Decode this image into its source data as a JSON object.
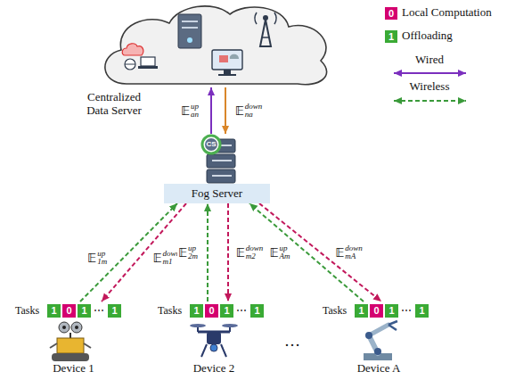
{
  "diagram": {
    "nodes": [
      {
        "text": [
          "Centralized Data Server"
        ]
      },
      {
        "text": [
          "Fog Server"
        ]
      },
      {
        "text": [
          "Tasks",
          "Device 1"
        ]
      },
      {
        "text": [
          "1"
        ],
        "in": 2
      },
      {
        "text": [
          "0"
        ],
        "in": 2
      },
      {
        "text": [
          "1"
        ],
        "in": 2
      },
      {
        "text": [
          "1"
        ],
        "in": 2
      },
      {
        "text": [
          "Tasks",
          "Device 2"
        ]
      },
      {
        "text": [
          "1"
        ],
        "in": 7
      },
      {
        "text": [
          "0"
        ],
        "in": 7
      },
      {
        "text": [
          "1"
        ],
        "in": 7
      },
      {
        "text": [
          "1"
        ],
        "in": 7
      },
      {
        "text": [
          "Tasks",
          "Device A"
        ]
      },
      {
        "text": [
          "1"
        ],
        "in": 12
      },
      {
        "text": [
          "0"
        ],
        "in": 12
      },
      {
        "text": [
          "1"
        ],
        "in": 12
      },
      {
        "text": [
          "1"
        ],
        "in": 12
      }
    ],
    "edges": [
      {
        "from": 1,
        "to": 0,
        "arrow": "to",
        "label": "𝔼^up_an"
      },
      {
        "from": 0,
        "to": 1,
        "arrow": "to",
        "label": "𝔼^down_na"
      },
      {
        "from": 2,
        "to": 1,
        "arrow": "to",
        "label": "𝔼^up_1m"
      },
      {
        "from": 1,
        "to": 2,
        "arrow": "to",
        "label": "𝔼^down_m1"
      },
      {
        "from": 7,
        "to": 1,
        "arrow": "to",
        "label": "𝔼^up_2m"
      },
      {
        "from": 1,
        "to": 7,
        "arrow": "to",
        "label": "𝔼^down_m2"
      },
      {
        "from": 12,
        "to": 1,
        "arrow": "to",
        "label": "𝔼^up_Am"
      },
      {
        "from": 1,
        "to": 12,
        "arrow": "to",
        "label": "𝔼^down_mA"
      }
    ],
    "labels": [
      "CS",
      "0",
      "1",
      "⋯",
      "⋯",
      "⋯",
      "…"
    ],
    "legend": [
      {
        "text": "Local Computation",
        "color": "#d4006f"
      },
      {
        "text": "Offloading",
        "color": "#3aaa35"
      },
      {
        "text": "Wired"
      },
      {
        "text": "Wireless"
      }
    ]
  }
}
